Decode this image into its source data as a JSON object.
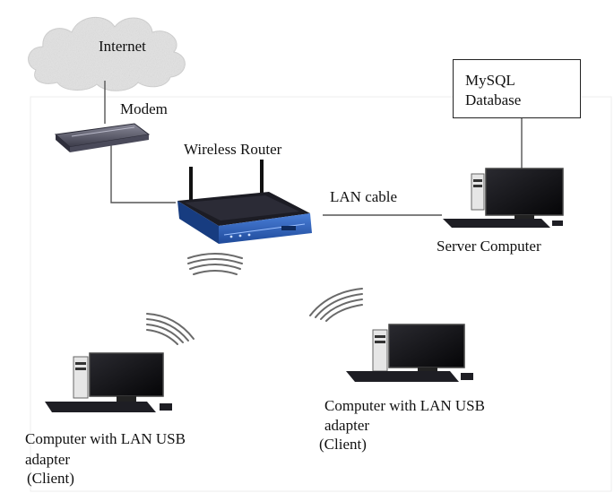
{
  "labels": {
    "internet": "Internet",
    "modem": "Modem",
    "wireless_router": "Wireless Router",
    "lan_cable": "LAN cable",
    "database": "MySQL Database",
    "server": "Server Computer",
    "client_left": "Computer with LAN USB adapter",
    "client_left_role": "(Client)",
    "client_right": "Computer with LAN USB adapter",
    "client_right_role": "(Client)"
  },
  "icons": {
    "cloud": "cloud-icon",
    "modem": "modem-icon",
    "router": "router-icon",
    "computer": "desktop-computer-icon",
    "wifi": "wifi-signal-icon"
  },
  "colors": {
    "router_body": "#2f5fb8",
    "device_dark": "#1e1e24",
    "screen": "#0c0c0e",
    "cloud": "#e4e4e4",
    "line": "#555555"
  }
}
